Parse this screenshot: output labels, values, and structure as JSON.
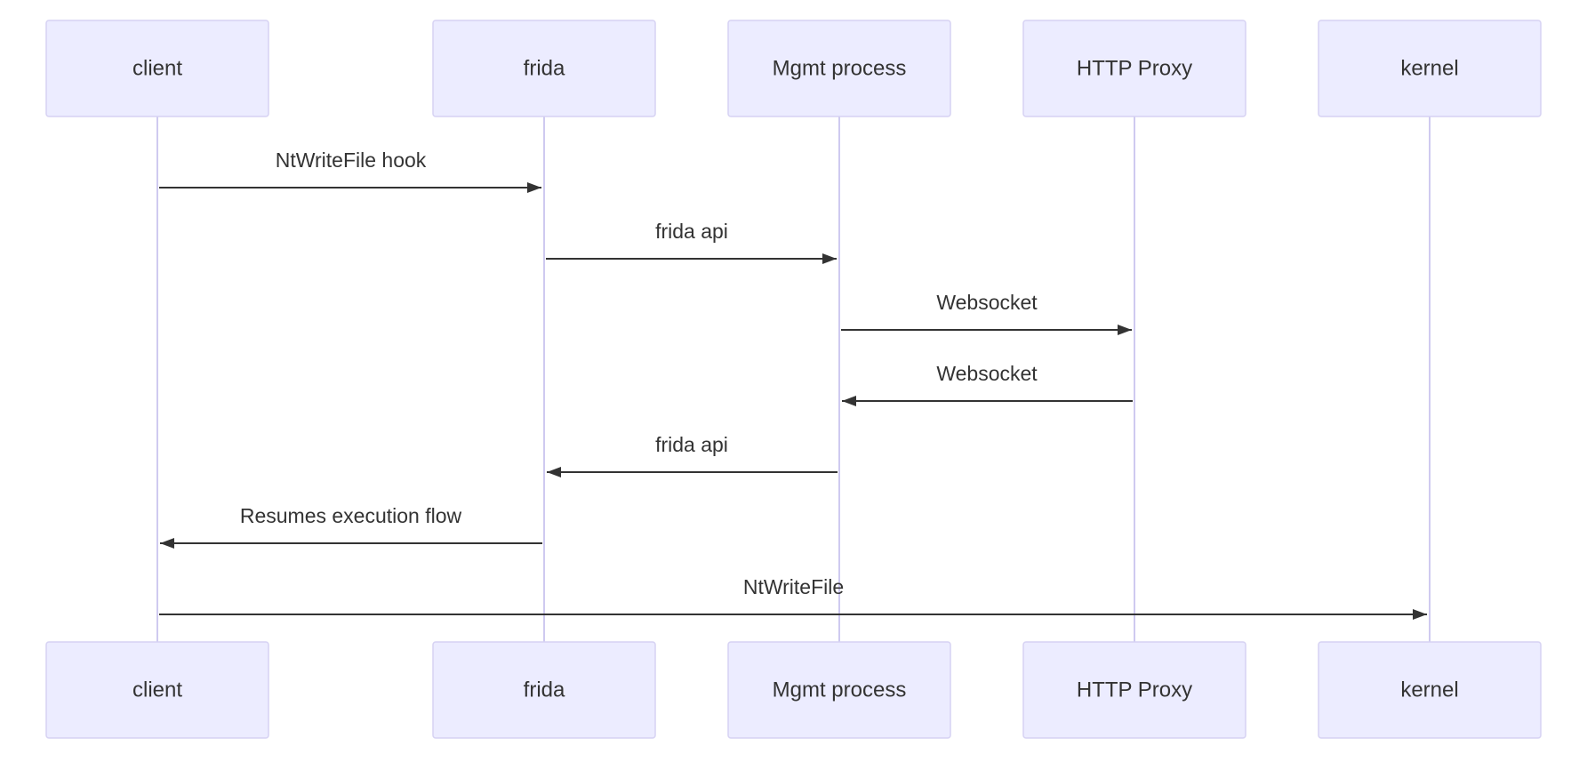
{
  "participants": [
    {
      "id": "client",
      "label": "client"
    },
    {
      "id": "frida",
      "label": "frida"
    },
    {
      "id": "mgmt",
      "label": "Mgmt process"
    },
    {
      "id": "proxy",
      "label": "HTTP Proxy"
    },
    {
      "id": "kernel",
      "label": "kernel"
    }
  ],
  "messages": [
    {
      "from": "client",
      "to": "frida",
      "label": "NtWriteFile hook"
    },
    {
      "from": "frida",
      "to": "mgmt",
      "label": "frida api"
    },
    {
      "from": "mgmt",
      "to": "proxy",
      "label": "Websocket"
    },
    {
      "from": "proxy",
      "to": "mgmt",
      "label": "Websocket"
    },
    {
      "from": "mgmt",
      "to": "frida",
      "label": "frida api"
    },
    {
      "from": "frida",
      "to": "client",
      "label": "Resumes execution flow"
    },
    {
      "from": "client",
      "to": "kernel",
      "label": "NtWriteFile"
    }
  ],
  "colors": {
    "actor_fill": "#ececff",
    "actor_stroke": "#d6d2f3",
    "lifeline": "#cfcaf0",
    "arrow": "#333333",
    "text": "#333333"
  }
}
